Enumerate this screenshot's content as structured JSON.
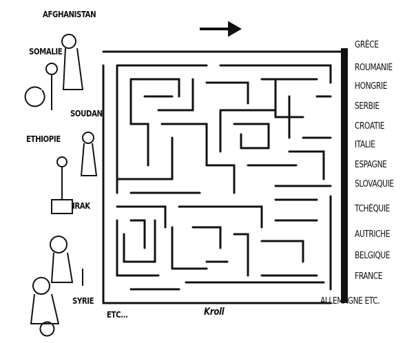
{
  "origins": [
    "AFGHANISTAN",
    "SOMALIE",
    "SOUDAN",
    "ETHIOPIE",
    "IRAK",
    "SYRIE"
  ],
  "origins_more": "ETC...",
  "destinations": [
    "GRÈCE",
    "ROUMANIE",
    "HONGRIE",
    "SERBIE",
    "CROATIE",
    "ITALIE",
    "ESPAGNE",
    "SLOVAQUIE",
    "TCHÉQUIE",
    "AUTRICHE",
    "BELGIQUE",
    "FRANCE"
  ],
  "destination_final": "ALLEMAGNE ETC.",
  "signature": "Kroll"
}
